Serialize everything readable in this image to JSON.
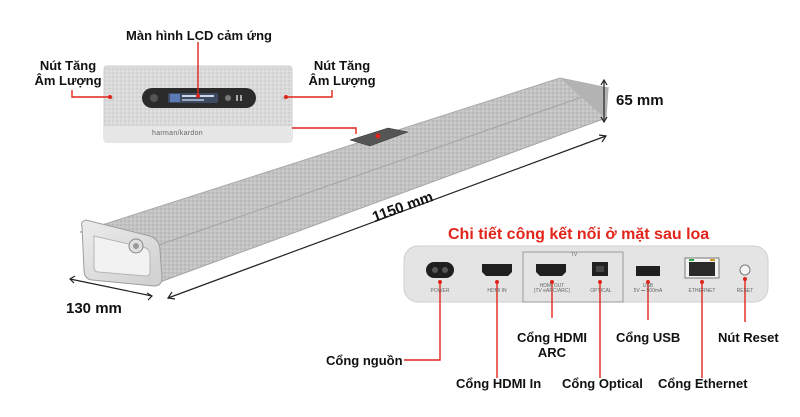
{
  "labels": {
    "lcd_touch_screen": "Màn hình LCD cảm ứng",
    "volume_up_left": "Nút Tăng\nÂm Lượng",
    "volume_up_right": "Nút Tăng\nÂm Lượng",
    "height": "65 mm",
    "length": "1150 mm",
    "depth": "130 mm",
    "rear_panel_title": "Chi tiết công kết nối ở mặt sau loa",
    "power_port": "Cổng nguồn",
    "hdmi_in_port": "Cổng HDMI In",
    "hdmi_arc_port": "Cổng HDMI\nARC",
    "optical_port": "Cổng Optical",
    "usb_port": "Cổng USB",
    "ethernet_port": "Cổng Ethernet",
    "reset_button": "Nút Reset"
  },
  "panel_labels": {
    "power": "POWER",
    "hdmi_in": "HDMI IN",
    "tv": "TV",
    "hdmi_out": "HDMI OUT\n(TV eARC/ARC)",
    "optical": "OPTICAL",
    "usb": "USB\n5V ⎓ 500mA",
    "ethernet": "ETHERNET",
    "reset": "RESET"
  },
  "brand": "harman/kardon",
  "colors": {
    "accent_red": "#e1251b",
    "fabric_gray": "#bfbfbf",
    "panel_gray": "#e4e4e4"
  }
}
